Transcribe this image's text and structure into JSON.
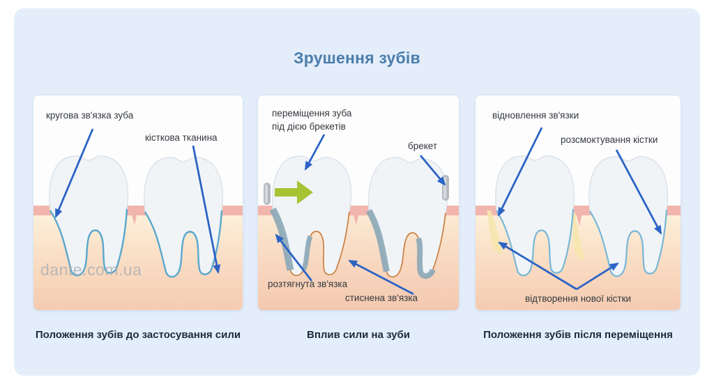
{
  "title": "Зрушення зубів",
  "watermark": "dante.com.ua",
  "colors": {
    "card_bg": "#e4eefb",
    "title_blue": "#4a7dab",
    "arrow_blue": "#2b63c6",
    "green_arrow": "#a6c334",
    "gum_pink": "#f2b5ad",
    "ligament_teal": "#5aa8cc",
    "ligament_teal_light": "#79b7d8",
    "compressed_slate": "#8ba7b6",
    "stretched_orange": "#cc7f40",
    "new_bone_yellow": "#f6e5ae"
  },
  "panels": [
    {
      "caption": "Положення зубів до застосування сили",
      "labels": {
        "ligament": "кругова зв'язка зуба",
        "bone": "кісткова тканина"
      }
    },
    {
      "caption": "Вплив сили на зуби",
      "labels": {
        "move_line1": "переміщення зуба",
        "move_line2": "під дією брекетів",
        "bracket": "брекет",
        "stretched": "розтягнута зв'язка",
        "compressed": "стиснена зв'язка"
      }
    },
    {
      "caption": "Положення зубів після переміщення",
      "labels": {
        "restore": "відновлення зв'язки",
        "resorption": "розсмоктування кістки",
        "newbone": "відтворення нової кістки"
      }
    }
  ]
}
